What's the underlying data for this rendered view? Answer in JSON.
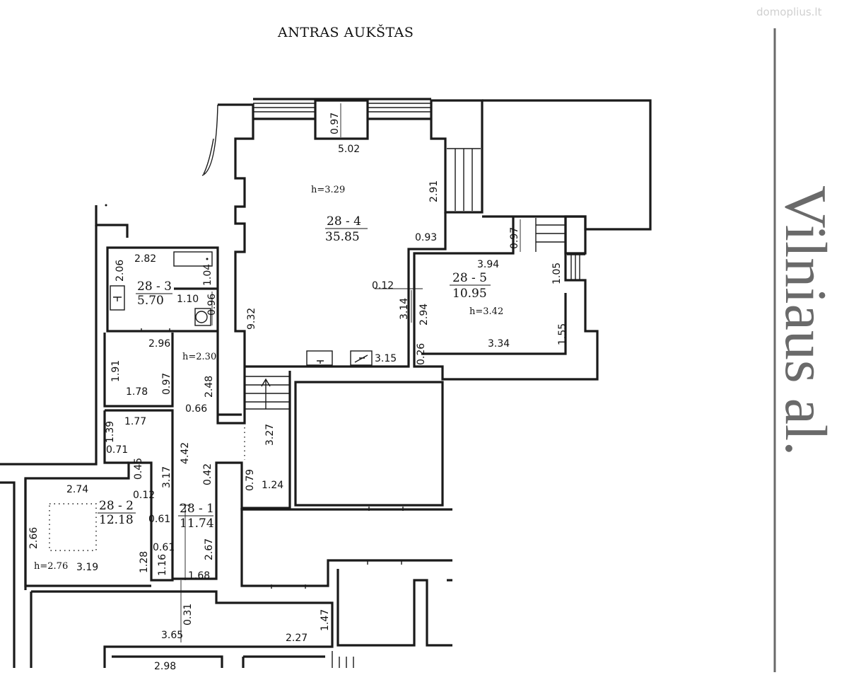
{
  "title": "ANTRAS AUKŠTAS",
  "street": "Vilniaus al.",
  "watermark": "domoplius.lt",
  "rooms": [
    {
      "id": "28 - 4",
      "area": "35.85",
      "height": "h=3.29"
    },
    {
      "id": "28 - 5",
      "area": "10.95",
      "height": "h=3.42"
    },
    {
      "id": "28 - 3",
      "area": "5.70"
    },
    {
      "id": "28 - 2",
      "area": "12.18",
      "height": "h=2.76"
    },
    {
      "id": "28 - 1",
      "area": "11.74"
    },
    {
      "height": "h=2.30"
    }
  ],
  "dimensions": [
    "0.97",
    "5.02",
    "2.91",
    "0.93",
    "0.97",
    "3.94",
    "1.05",
    "0.12",
    "2.94",
    "3.14",
    "1.55",
    "3.34",
    "0.26",
    "3.15",
    "9.32",
    "2.82",
    "2.06",
    "1.04",
    "1.10",
    "0.96",
    "2.96",
    "1.91",
    "1.78",
    "0.97",
    "2.48",
    "0.66",
    "1.39",
    "1.77",
    "0.71",
    "0.45",
    "4.42",
    "3.17",
    "0.42",
    "3.27",
    "0.79",
    "1.24",
    "2.74",
    "0.12",
    "0.61",
    "2.66",
    "0.61",
    "1.28",
    "1.16",
    "2.67",
    "3.19",
    "1.68",
    "0.31",
    "3.65",
    "2.27",
    "1.47",
    "2.98"
  ]
}
